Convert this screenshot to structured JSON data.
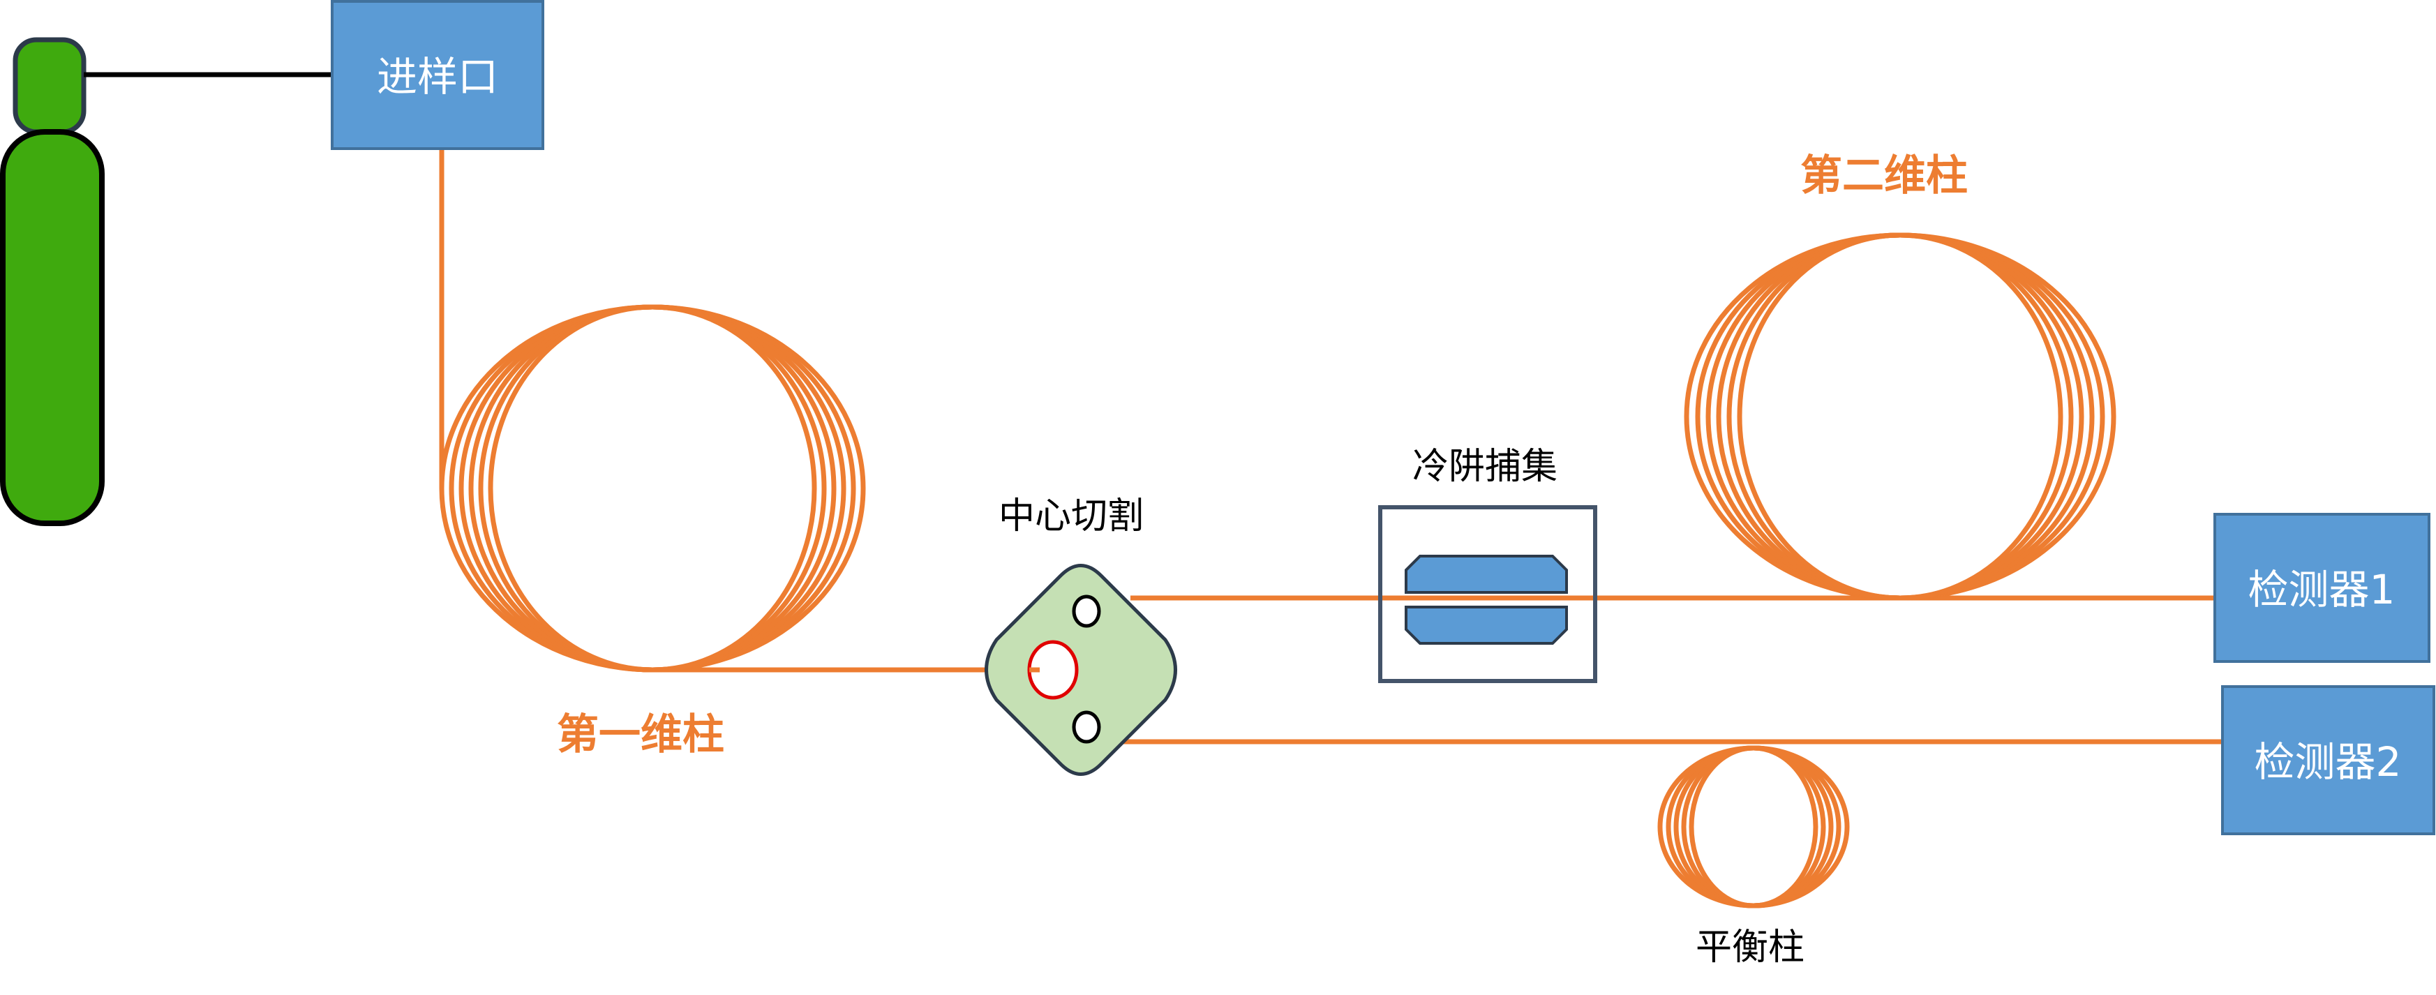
{
  "injector": {
    "label": "进样口"
  },
  "column_1": {
    "label": "第一维柱"
  },
  "column_2": {
    "label": "第二维柱"
  },
  "heart_cut": {
    "label": "中心切割"
  },
  "cold_trap": {
    "label": "冷阱捕集"
  },
  "balance_column": {
    "label": "平衡柱"
  },
  "detector_1": {
    "label": "检测器1"
  },
  "detector_2": {
    "label": "检测器2"
  },
  "colors": {
    "tubing": "#ed7d31",
    "box_fill": "#5b9bd5",
    "box_stroke": "#41719c",
    "cylinder": "#3faa0e",
    "valve_fill": "#c5e0b4",
    "valve_port_active": "#e00000",
    "cold_trap_fill": "#5b9bd5",
    "cold_trap_stroke": "#44546a"
  }
}
